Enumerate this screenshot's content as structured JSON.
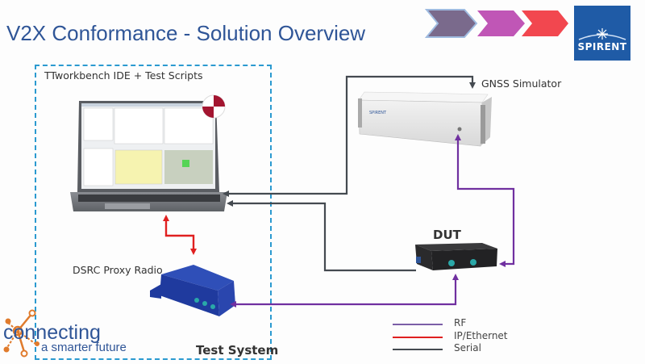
{
  "title": "V2X Conformance - Solution Overview",
  "brand": {
    "logo_text": "SPIRENT",
    "logo_color": "#1f5ba6",
    "tagline_main": "connecting",
    "tagline_sub": "a smarter future",
    "tagline_color": "#2f5597",
    "tagline_accent": "#e07b2c"
  },
  "progress_chevrons": [
    {
      "color": "#7a6a8c",
      "active": true
    },
    {
      "color": "#c056b6",
      "active": false
    },
    {
      "color": "#f2474f",
      "active": false
    }
  ],
  "diagram": {
    "test_system_label": "Test System",
    "nodes": {
      "ide": "TTworkbench IDE + Test Scripts",
      "gnss": "GNSS Simulator",
      "dut": "DUT",
      "proxy": "DSRC Proxy Radio"
    },
    "connections": [
      {
        "from": "GNSS Simulator",
        "to": "TTworkbench IDE",
        "type": "Serial"
      },
      {
        "from": "DUT",
        "to": "TTworkbench IDE",
        "type": "Serial"
      },
      {
        "from": "TTworkbench IDE",
        "to": "DSRC Proxy Radio",
        "type": "IP/Ethernet"
      },
      {
        "from": "DUT",
        "to": "GNSS Simulator",
        "type": "RF"
      },
      {
        "from": "DUT",
        "to": "DSRC Proxy Radio",
        "type": "RF"
      }
    ]
  },
  "legend": [
    {
      "label": "RF",
      "color": "#7b5ea7"
    },
    {
      "label": "IP/Ethernet",
      "color": "#e02020"
    },
    {
      "label": "Serial",
      "color": "#444a50"
    }
  ]
}
